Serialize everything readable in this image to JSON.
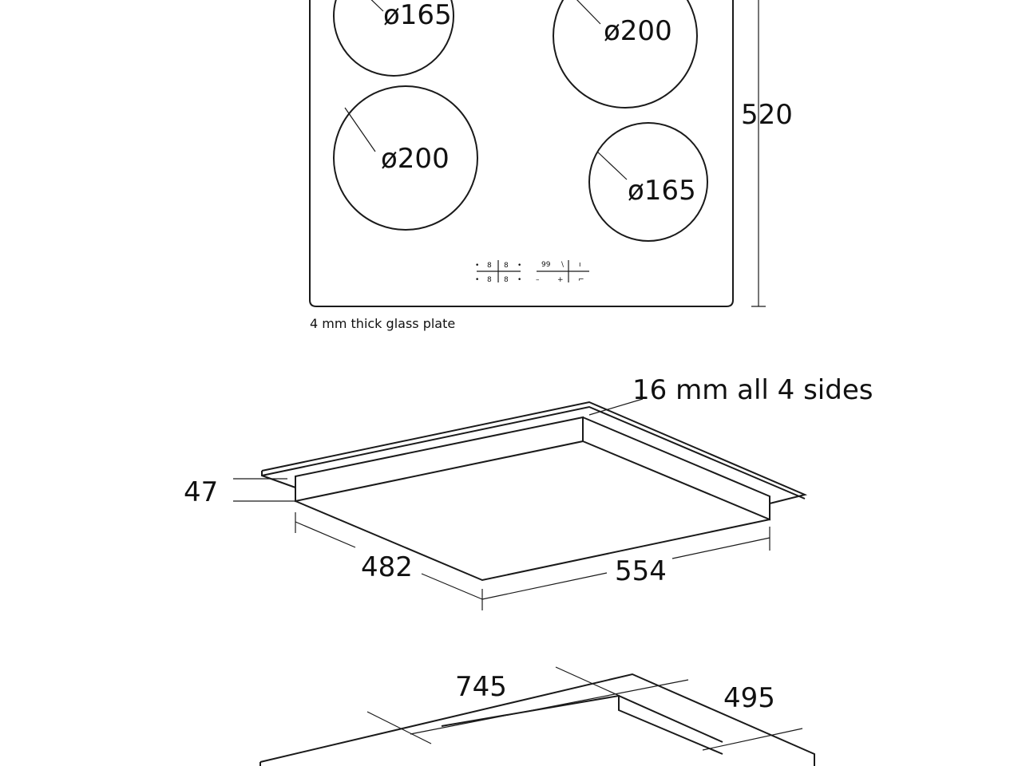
{
  "top_view": {
    "zones": [
      {
        "label": "ø165"
      },
      {
        "label": "ø200"
      },
      {
        "label": "ø200"
      },
      {
        "label": "ø165"
      }
    ],
    "height_label": "520",
    "glass_note": "4 mm thick glass plate",
    "display_glyphs": {
      "row1": [
        "•",
        "8",
        "8",
        "•",
        "99",
        "\\",
        "ı"
      ],
      "row2": [
        "•",
        "8",
        "8",
        "•",
        "–",
        "+",
        "⌐"
      ]
    }
  },
  "iso_view": {
    "edge_note": "16 mm all 4 sides",
    "depth_label": "47",
    "side_label": "482",
    "front_label": "554"
  },
  "cutout_view": {
    "width_label": "745",
    "depth_label": "495"
  }
}
